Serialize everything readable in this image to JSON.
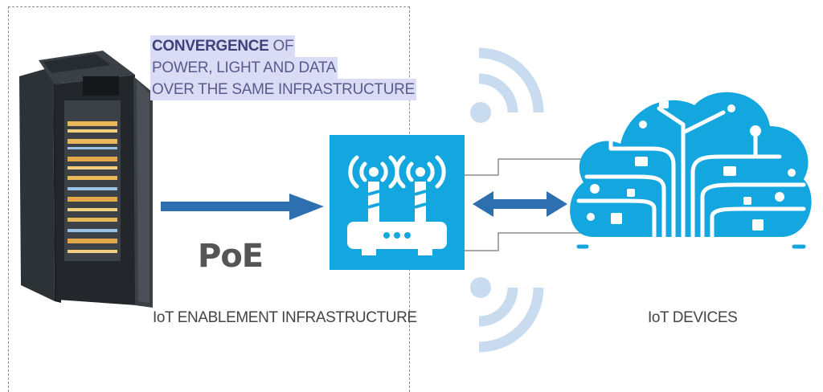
{
  "headline": {
    "line1_bold": "CONVERGENCE",
    "line1_rest": " OF",
    "line2": "POWER, LIGHT AND DATA",
    "line3": "OVER THE SAME INFRASTRUCTURE"
  },
  "poe_label": "PoE",
  "infrastructure_label": "IoT ENABLEMENT INFRASTRUCTURE",
  "devices_label": "IoT DEVICES",
  "colors": {
    "router_blue": "#14a6df",
    "arrow_blue": "#2e6fb0",
    "signal_blue": "#c9dcef",
    "highlight": "#dadcf6"
  },
  "icons": [
    "server-rack-icon",
    "router-icon",
    "wifi-signal-icon",
    "cloud-network-icon"
  ]
}
